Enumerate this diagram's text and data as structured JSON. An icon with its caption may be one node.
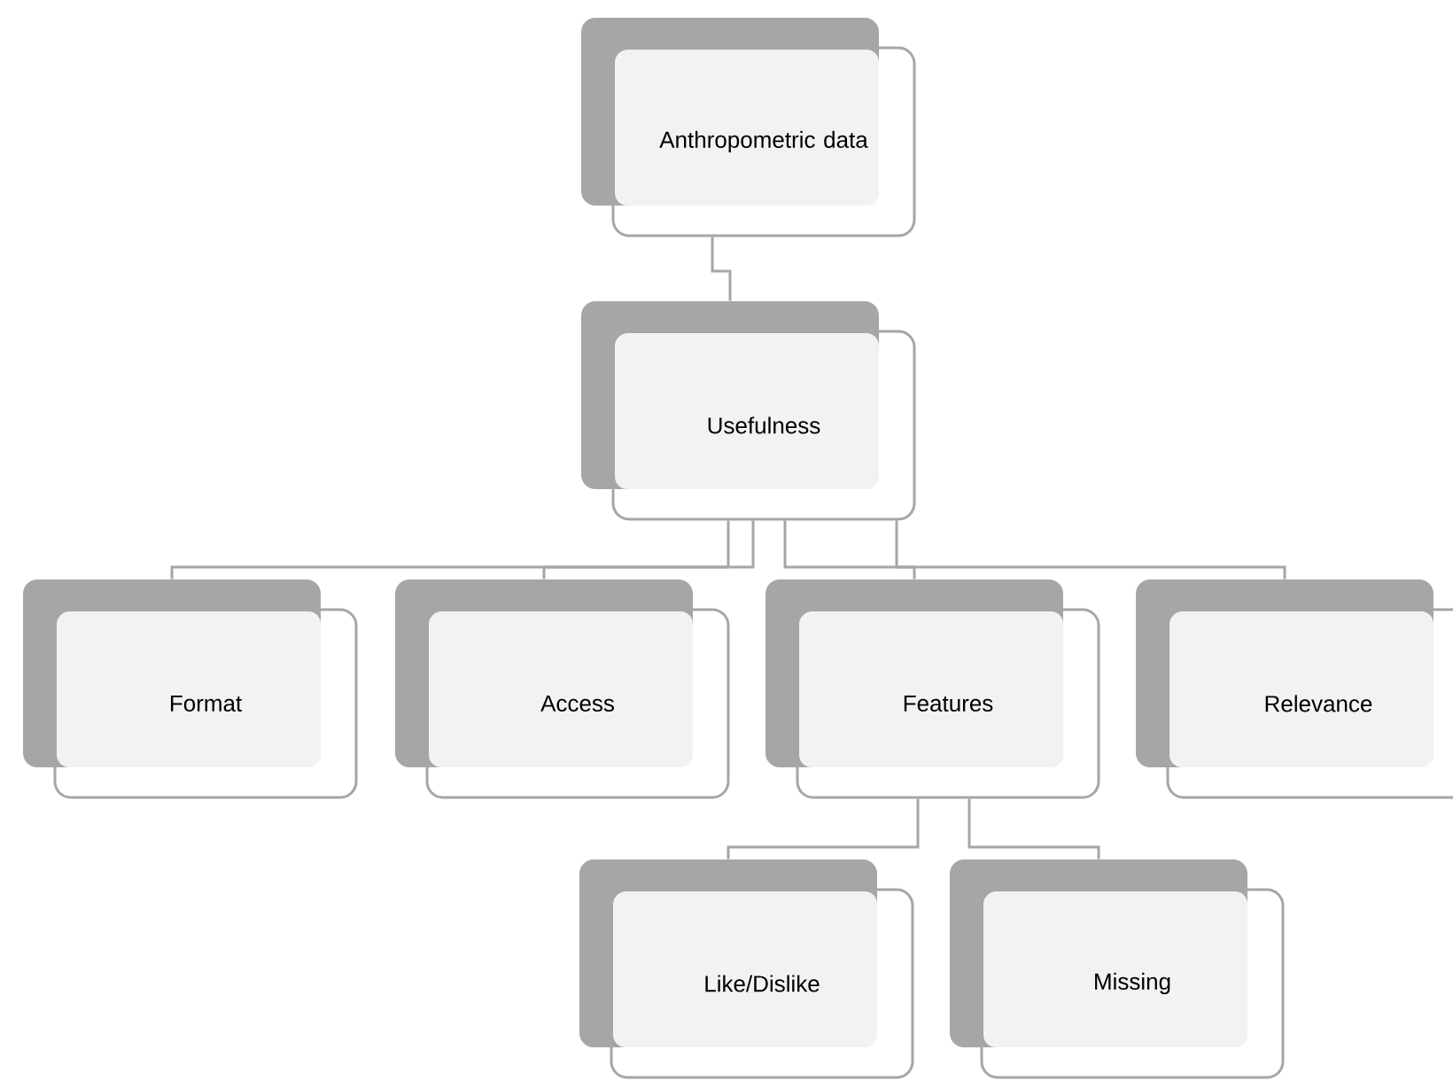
{
  "diagram": {
    "nodes": [
      {
        "text": [
          "Anthropometric data"
        ]
      },
      {
        "text": [
          "Usefulness"
        ]
      },
      {
        "text": [
          "Format"
        ]
      },
      {
        "text": [
          "Access"
        ]
      },
      {
        "text": [
          "Features"
        ]
      },
      {
        "text": [
          "Relevance"
        ]
      },
      {
        "text": [
          "Like/Dislike"
        ]
      },
      {
        "text": [
          "Missing"
        ]
      }
    ],
    "edges": [
      {
        "from": 0,
        "to": 1,
        "arrow": "none"
      },
      {
        "from": 1,
        "to": 2,
        "arrow": "none"
      },
      {
        "from": 1,
        "to": 3,
        "arrow": "none"
      },
      {
        "from": 1,
        "to": 4,
        "arrow": "none"
      },
      {
        "from": 1,
        "to": 5,
        "arrow": "none"
      },
      {
        "from": 4,
        "to": 6,
        "arrow": "none"
      },
      {
        "from": 4,
        "to": 7,
        "arrow": "none"
      }
    ]
  }
}
